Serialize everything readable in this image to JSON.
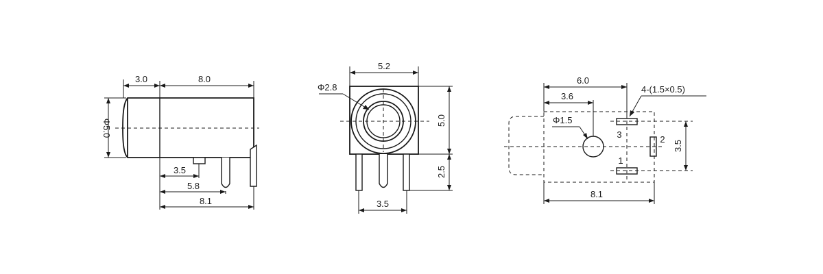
{
  "side_view": {
    "dims": {
      "front_length": "3.0",
      "body_length": "8.0",
      "diameter": "Φ5.0",
      "pin1_offset": "3.5",
      "pin2_offset": "5.8",
      "total_length": "8.1"
    }
  },
  "front_view": {
    "dims": {
      "width": "5.2",
      "bore_diameter": "Φ2.8",
      "height": "5.0",
      "pin_length": "2.5",
      "pin_spacing": "3.5"
    }
  },
  "bottom_view": {
    "dims": {
      "center_to_pins": "6.0",
      "center_to_hole": "3.6",
      "slot_size": "4-(1.5×0.5)",
      "hole_diameter": "Φ1.5",
      "pin_pitch": "3.5",
      "total_length": "8.1"
    },
    "pin_labels": {
      "pin1": "1",
      "pin2": "2",
      "pin3": "3"
    }
  }
}
